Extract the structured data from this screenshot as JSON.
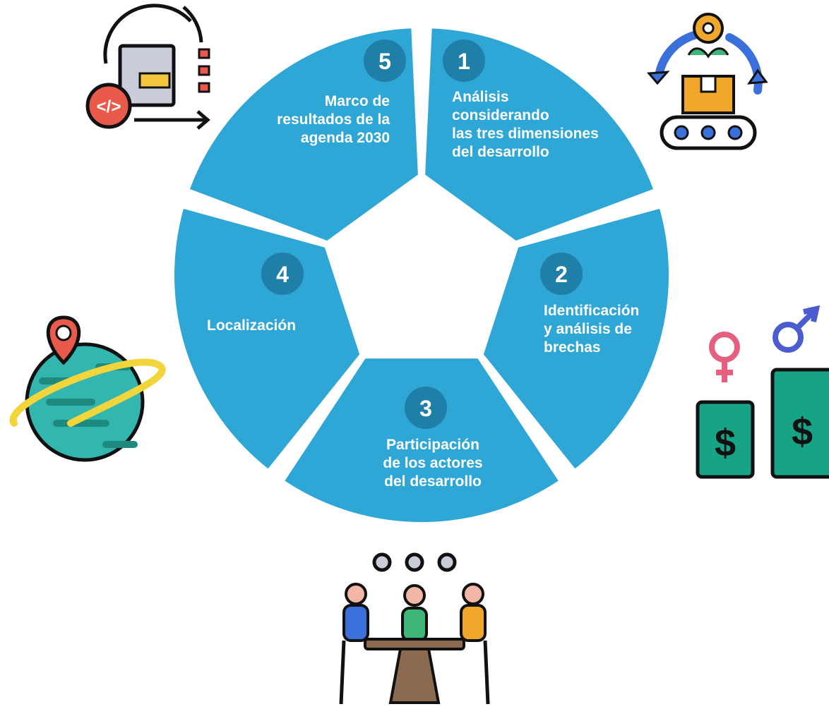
{
  "segments": [
    {
      "number": "1",
      "lines": [
        "Análisis",
        "considerando",
        "las tres dimensiones",
        "del desarrollo"
      ]
    },
    {
      "number": "2",
      "lines": [
        "Identificación",
        "y análisis de",
        "brechas"
      ]
    },
    {
      "number": "3",
      "lines": [
        "Participación",
        "de los actores",
        "del desarrollo"
      ]
    },
    {
      "number": "4",
      "lines": [
        "Localización"
      ]
    },
    {
      "number": "5",
      "lines": [
        "Marco de",
        "resultados de la",
        "agenda 2030"
      ]
    }
  ],
  "icons": [
    "supply-chain-icon",
    "gender-pay-gap-icon",
    "meeting-people-icon",
    "globe-location-icon",
    "code-cycle-icon"
  ],
  "colors": {
    "segment": "#2ea6d6",
    "badge": "#1f7fa8",
    "text": "#ffffff"
  }
}
